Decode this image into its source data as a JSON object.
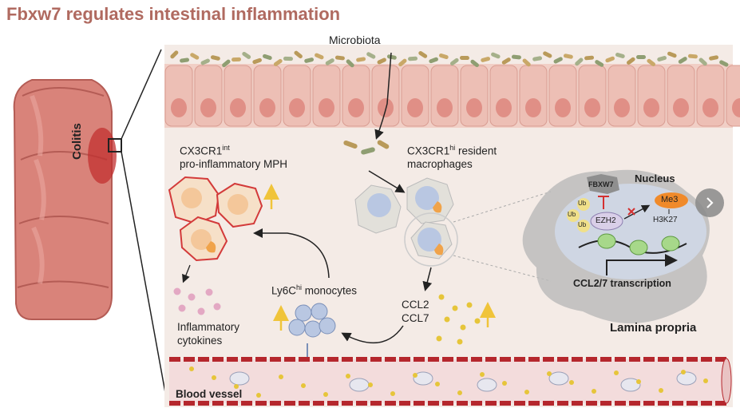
{
  "title": "Fbxw7 regulates intestinal inflammation",
  "labels": {
    "microbiota": "Microbiota",
    "colitis": "Colitis",
    "mph_line1_pre": "CX3CR1",
    "mph_line1_sup": "int",
    "mph_line2": "pro-inflammatory MPH",
    "res_line1_pre": "CX3CR1",
    "res_line1_sup": "hi",
    "res_line1_post": " resident",
    "res_line2": "macrophages",
    "nucleus": "Nucleus",
    "fbxw7": "FBXW7",
    "ezh2": "EZH2",
    "ub": "Ub",
    "me3": "Me3",
    "h3k27": "H3K27",
    "transcription": "CCL2/7 transcription",
    "mono_pre": "Ly6C",
    "mono_sup": "hi",
    "mono_post": " monocytes",
    "ccl2": "CCL2",
    "ccl7": "CCL7",
    "cytokines_line1": "Inflammatory",
    "cytokines_line2": "cytokines",
    "lamina": "Lamina propria",
    "blood": "Blood vessel"
  },
  "colors": {
    "title": "#b06a60",
    "epithelium": "#e9b8ad",
    "colon": "#d9837a",
    "vessel": "#e3b7b6",
    "nucleus": "#cfd6e3",
    "me3": "#f08a2a",
    "increase_arrow": "#f0c43a"
  },
  "nav": {
    "icon": "chevron-right-icon"
  }
}
